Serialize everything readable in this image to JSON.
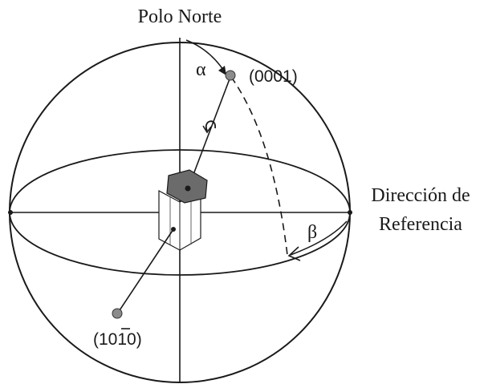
{
  "labels": {
    "north_pole": "Polo Norte",
    "reference_line1": "Dirección de",
    "reference_line2": "Referencia",
    "plane_0001": "(0001)",
    "plane_1010_a": "(10",
    "plane_1010_b": "1",
    "plane_1010_c": "0)",
    "alpha": "α",
    "beta": "β"
  },
  "colors": {
    "line": "#1a1a1a",
    "hexagon_top": "#6b6b6b",
    "pole_dot": "#8c8c8c",
    "prism_side": "#ffffff"
  }
}
